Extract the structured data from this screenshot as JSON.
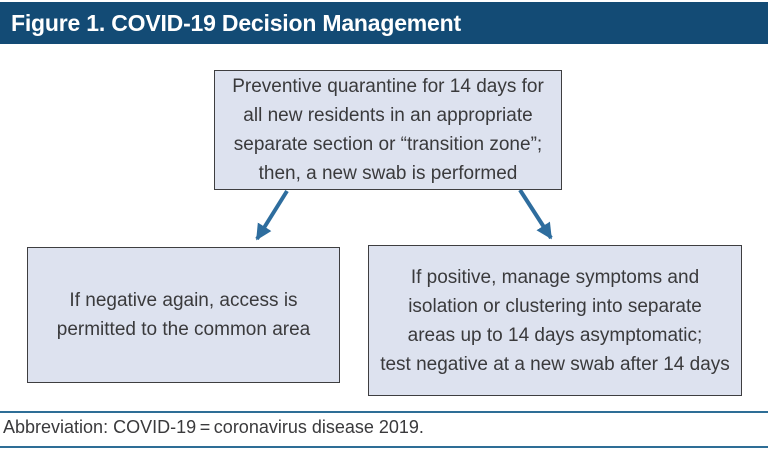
{
  "header": {
    "title": "Figure 1. COVID-19 Decision Management"
  },
  "flowchart": {
    "top_box": {
      "text": "Preventive quarantine for 14 days for\nall new residents in an appropriate\nseparate section or “transition zone”;\nthen, a new swab is performed"
    },
    "left_box": {
      "text": "If negative again, access is\npermitted to the common area"
    },
    "right_box": {
      "text": "If positive, manage symptoms and\nisolation or clustering into separate\nareas up to 14 days asymptomatic;\ntest negative at a new swab after 14 days"
    },
    "arrows": [
      "arrow-top-to-left",
      "arrow-top-to-right"
    ]
  },
  "footnote": {
    "text": "Abbreviation: COVID-19 = coronavirus disease 2019."
  },
  "colors": {
    "header_bg": "#134b75",
    "box_fill": "#dde2ef",
    "box_border": "#3e3e40",
    "arrow": "#2e6d9e",
    "rule": "#2e6e96",
    "text_dark": "#3a3a3c",
    "header_text": "#ffffff"
  }
}
